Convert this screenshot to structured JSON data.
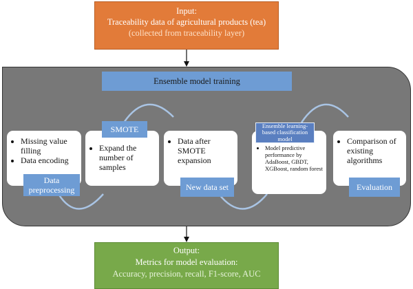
{
  "input": {
    "heading": "Input:",
    "description": "Traceability data of agricultural products (tea)",
    "source": "(collected from traceability layer)"
  },
  "training": {
    "title": "Ensemble model training",
    "steps": [
      {
        "bullets": [
          "Missing value filling",
          "Data encoding"
        ],
        "label": "Data preprocessing"
      },
      {
        "bullets": [
          "Expand the number of samples"
        ],
        "label": "SMOTE"
      },
      {
        "bullets": [
          "Data after SMOTE expansion"
        ],
        "label": "New data set"
      },
      {
        "bullets": [
          "Model predictive performance by AdaBoost, GBDT, XGBoost, random forest"
        ],
        "label": "Ensemble learning-based classification model"
      },
      {
        "bullets": [
          "Comparison of existing algorithms"
        ],
        "label": "Evaluation"
      }
    ]
  },
  "output": {
    "heading": "Output:",
    "subheading": "Metrics for model evaluation:",
    "metrics": "Accuracy, precision, recall, F1-score, AUC"
  },
  "colors": {
    "input_fill": "#e27b39",
    "output_fill": "#78a94a",
    "panel_fill": "#787878",
    "label_fill": "#6e9cd4",
    "connector": "#a9c4e4"
  }
}
